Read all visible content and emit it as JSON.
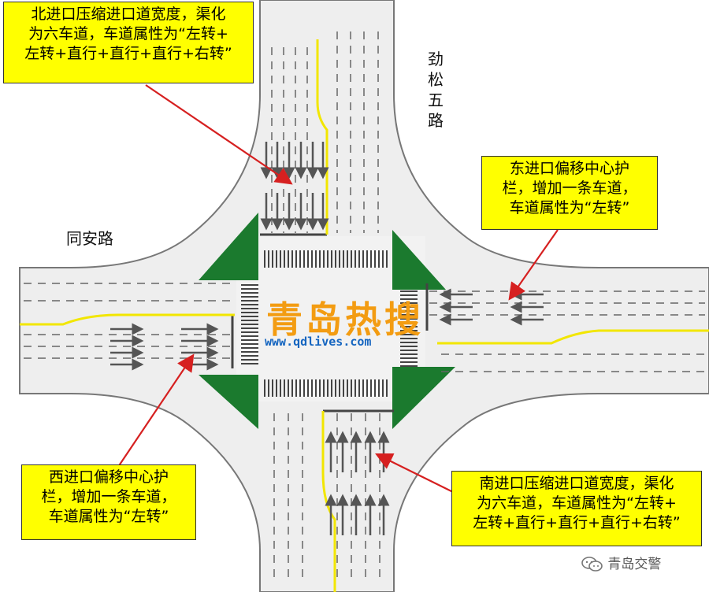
{
  "callouts": {
    "north": {
      "lines": [
        "北进口压缩进口道宽度，渠化",
        "为六车道，车道属性为“左转+",
        "左转+直行+直行+直行+右转”"
      ]
    },
    "east": {
      "lines": [
        "东进口偏移中心护",
        "栏，增加一条车道，",
        "车道属性为“左转”"
      ]
    },
    "west": {
      "lines": [
        "西进口偏移中心护",
        "栏，增加一条车道，",
        "车道属性为“左转”"
      ]
    },
    "south": {
      "lines": [
        "南进口压缩进口道宽度，渠化",
        "为六车道，车道属性为“左转+",
        "左转+直行+直行+直行+右转”"
      ]
    }
  },
  "roads": {
    "west_name": "同安路",
    "north_name": [
      "劲",
      "松",
      "五",
      "路"
    ]
  },
  "watermark": {
    "brand": "青岛热搜",
    "url": "www.qdlives.com",
    "account": "青岛交警"
  },
  "colors": {
    "road": "#eeeeee",
    "island": "#1b7a2e",
    "callout": "#ffff00",
    "arrow": "#d62020",
    "centerline": "#f2e600"
  }
}
